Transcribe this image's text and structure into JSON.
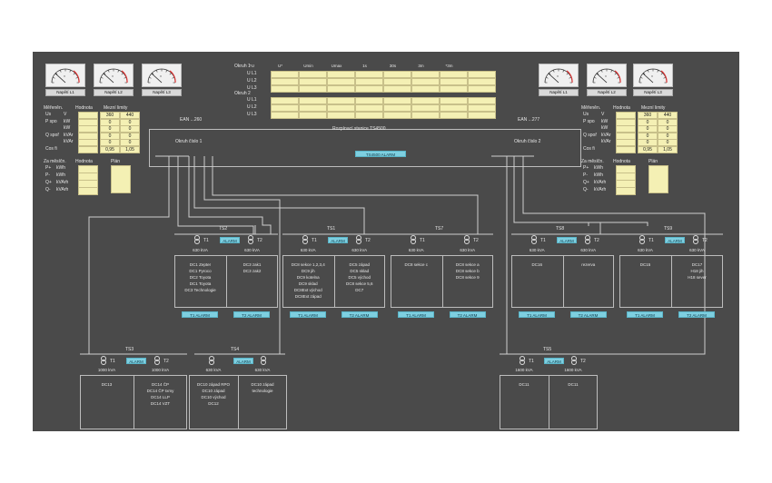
{
  "gauges": {
    "left": [
      "Napětí L1",
      "Napětí L2",
      "Napětí L3"
    ],
    "right": [
      "Napětí L1",
      "Napětí L2",
      "Napětí L3"
    ]
  },
  "circuit_table": {
    "headers": [
      "*U",
      "U*",
      "Umin",
      "Umax",
      "1s",
      "30s",
      "3m",
      "*3m"
    ],
    "circuit1_label": "Okruh 1",
    "circuit2_label": "Okruh 2",
    "rows": [
      "U L1",
      "U L2",
      "U L3"
    ]
  },
  "left_measure": {
    "h_name": "Měřeněn.",
    "h_value": "Hodnota",
    "h_limits": "Mezní limity",
    "rows": [
      {
        "name": "Us",
        "unit": "V",
        "value": "",
        "lim_lo": "360",
        "lim_hi": "440"
      },
      {
        "name": "P spo",
        "unit": "kW",
        "value": "",
        "lim_lo": "0",
        "lim_hi": "0"
      },
      {
        "name": "",
        "unit": "kW",
        "value": "",
        "lim_lo": "0",
        "lim_hi": "0"
      },
      {
        "name": "Q spoř",
        "unit": "kVAr",
        "value": "",
        "lim_lo": "0",
        "lim_hi": "0"
      },
      {
        "name": "",
        "unit": "kVAr",
        "value": "",
        "lim_lo": "0",
        "lim_hi": "0"
      },
      {
        "name": "Cos fi",
        "unit": "",
        "value": "",
        "lim_lo": "0,95",
        "lim_hi": "1,05"
      }
    ],
    "plan_h_name": "Za měsíčn.",
    "plan_h_value": "Hodnota",
    "plan_h_plan": "Plán",
    "plan_rows": [
      {
        "name": "P+",
        "unit": "kWh"
      },
      {
        "name": "P-",
        "unit": "kWh"
      },
      {
        "name": "Q+",
        "unit": "kVArh"
      },
      {
        "name": "Q-",
        "unit": "kVArh"
      }
    ]
  },
  "right_measure": {
    "h_name": "Měřeněn.",
    "h_value": "Hodnota",
    "h_limits": "Mezní limity",
    "rows": [
      {
        "name": "Us",
        "unit": "V",
        "value": "",
        "lim_lo": "360",
        "lim_hi": "440"
      },
      {
        "name": "P spo",
        "unit": "kW",
        "value": "",
        "lim_lo": "0",
        "lim_hi": "0"
      },
      {
        "name": "",
        "unit": "kW",
        "value": "",
        "lim_lo": "0",
        "lim_hi": "0"
      },
      {
        "name": "Q spoř",
        "unit": "kVAr",
        "value": "",
        "lim_lo": "0",
        "lim_hi": "0"
      },
      {
        "name": "",
        "unit": "kVAr",
        "value": "",
        "lim_lo": "0",
        "lim_hi": "0"
      },
      {
        "name": "Cos fi",
        "unit": "",
        "value": "",
        "lim_lo": "0,95",
        "lim_hi": "1,05"
      }
    ],
    "plan_h_name": "Za měsíčn.",
    "plan_h_value": "Hodnota",
    "plan_h_plan": "Plán",
    "plan_rows": [
      {
        "name": "P+",
        "unit": "kWh"
      },
      {
        "name": "P-",
        "unit": "kWh"
      },
      {
        "name": "Q+",
        "unit": "kVArh"
      },
      {
        "name": "Q-",
        "unit": "kVArh"
      }
    ]
  },
  "main_station": {
    "ean_left": "EAN ...260",
    "ean_right": "EAN ...277",
    "title": "Rozpínací stanice TS4500",
    "circuit1": "Okruh číslo 1",
    "circuit2": "Okruh číslo 2",
    "alarm": "TS4500 ALARM"
  },
  "stations": {
    "ts2": {
      "name": "TS2",
      "alarm": "ALARM",
      "t1": "T1",
      "t2": "T2",
      "kva1": "630 kVA",
      "kva2": "630 kVA",
      "col1": "DC1 Zepter\nDC1 Pyroco\nDC2 Toyota\nDC1 Toyota\nDC3 Technologie",
      "col2": "DC3 zak1\nDC3 zak2",
      "t1_alarm": "T1 ALARM",
      "t2_alarm": "T2 ALARM"
    },
    "ts1": {
      "name": "TS1",
      "alarm": "ALARM",
      "t1": "T1",
      "t2": "T2",
      "kva1": "630 kVA",
      "kva2": "630 kVA",
      "col1": "DC8 sekce 1,2,3,4\nDC9 jih\nDC9 kotelna\nDC9 sklad\nDC8Ext východ\nDC8Ext západ",
      "col2": "DC5 západ\nDC5 sklad\nDC5 východ\nDC8 sekce 5,6\nDC7",
      "t1_alarm": "T1 ALARM",
      "t2_alarm": "T2 ALARM"
    },
    "ts7": {
      "name": "TS7",
      "t1": "T1",
      "t2": "T2",
      "kva1": "630 kVA",
      "kva2": "630 kVA",
      "col1": "DC8 sekce c",
      "col2": "DC8 sekce a\nDC8 sekce b\nDC8 sekce 9",
      "t1_alarm": "T1 ALARM",
      "t2_alarm": "T2 ALARM"
    },
    "ts8": {
      "name": "TS8",
      "alarm": "ALARM",
      "t1": "T1",
      "t2": "T2",
      "kva1": "630 kVA",
      "kva2": "630 kVA",
      "col1": "DC16",
      "col2": "rezerva",
      "t1_alarm": "T1 ALARM",
      "t2_alarm": "T2 ALARM"
    },
    "ts9": {
      "name": "TS9",
      "alarm": "ALARM",
      "t1": "T1",
      "t2": "T2",
      "kva1": "630 kVA",
      "kva2": "630 kVA",
      "col1": "DC15",
      "col2": "DC17\nH18 jih\nH18 sever",
      "t1_alarm": "T1 ALARM",
      "t2_alarm": "T2 ALARM"
    },
    "ts3": {
      "name": "TS3",
      "alarm": "ALARM",
      "t1": "T1",
      "t2": "T2",
      "kva1": "1000 kVA",
      "kva2": "1000 kVA",
      "col1": "DC13",
      "col2": "DC14 ČP\nDC14 ČP Ixmy\nDC14 LLP\nDC14 VZT"
    },
    "ts4": {
      "name": "TS4",
      "alarm": "ALARM",
      "kva1": "630 kVA",
      "kva2": "630 kVA",
      "col1": "DC10 západ RPO\nDC10 západ\nDC10 východ\nDC12",
      "col2": "DC10 západ\ntechnologie"
    },
    "ts5": {
      "name": "TS5",
      "alarm": "ALARM",
      "t1": "T1",
      "t2": "T2",
      "kva1": "1600 kVA",
      "kva2": "1600 kVA",
      "col1": "DC11",
      "col2": "DC11"
    }
  }
}
